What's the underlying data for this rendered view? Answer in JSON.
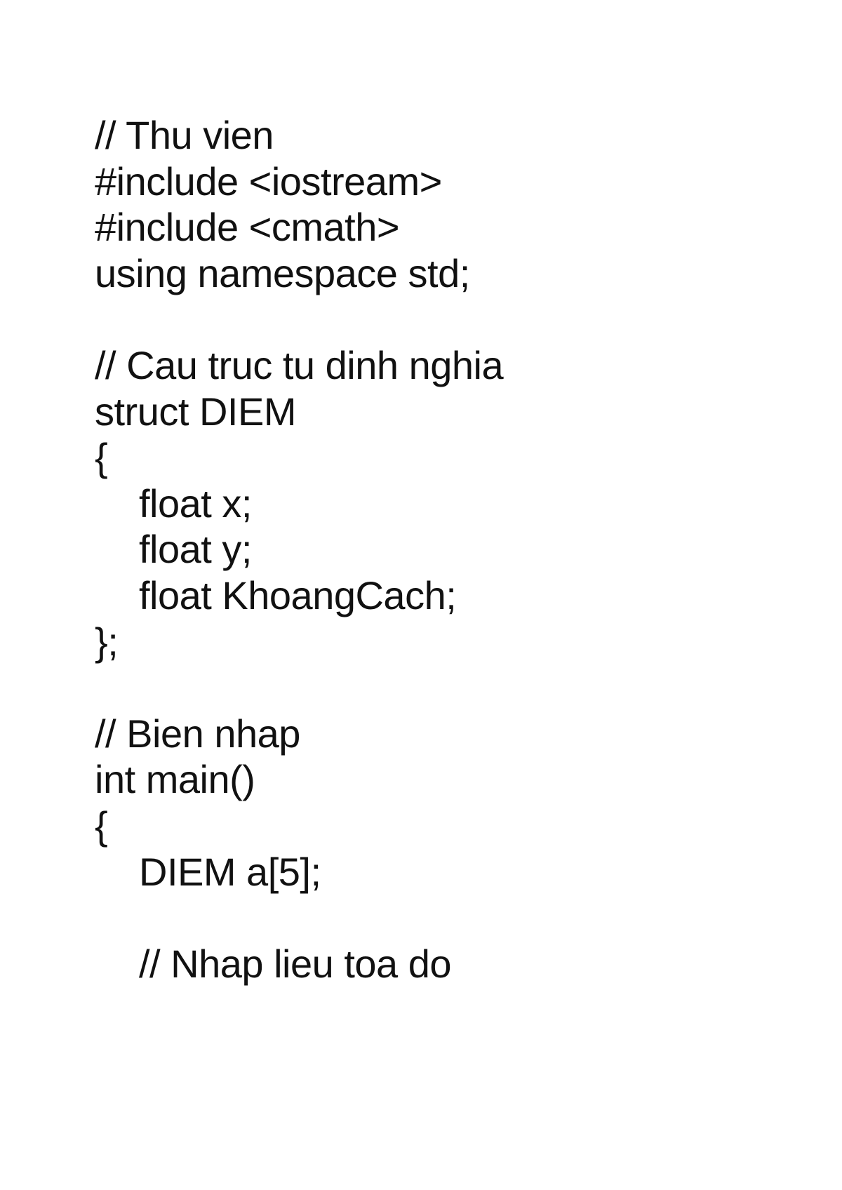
{
  "document": {
    "lines": [
      {
        "text": "// Thu vien",
        "indent": false
      },
      {
        "text": "#include <iostream>",
        "indent": false
      },
      {
        "text": "#include <cmath>",
        "indent": false
      },
      {
        "text": "using namespace std;",
        "indent": false
      },
      {
        "text": "",
        "indent": false
      },
      {
        "text": "// Cau truc tu dinh nghia",
        "indent": false
      },
      {
        "text": "struct DIEM",
        "indent": false
      },
      {
        "text": "{",
        "indent": false
      },
      {
        "text": "float x;",
        "indent": true
      },
      {
        "text": "float y;",
        "indent": true
      },
      {
        "text": "float KhoangCach;",
        "indent": true
      },
      {
        "text": "};",
        "indent": false
      },
      {
        "text": "",
        "indent": false
      },
      {
        "text": "// Bien nhap",
        "indent": false
      },
      {
        "text": "int main()",
        "indent": false
      },
      {
        "text": "{",
        "indent": false
      },
      {
        "text": "DIEM a[5];",
        "indent": true
      },
      {
        "text": "",
        "indent": false
      },
      {
        "text": "// Nhap lieu toa do",
        "indent": true
      }
    ]
  }
}
